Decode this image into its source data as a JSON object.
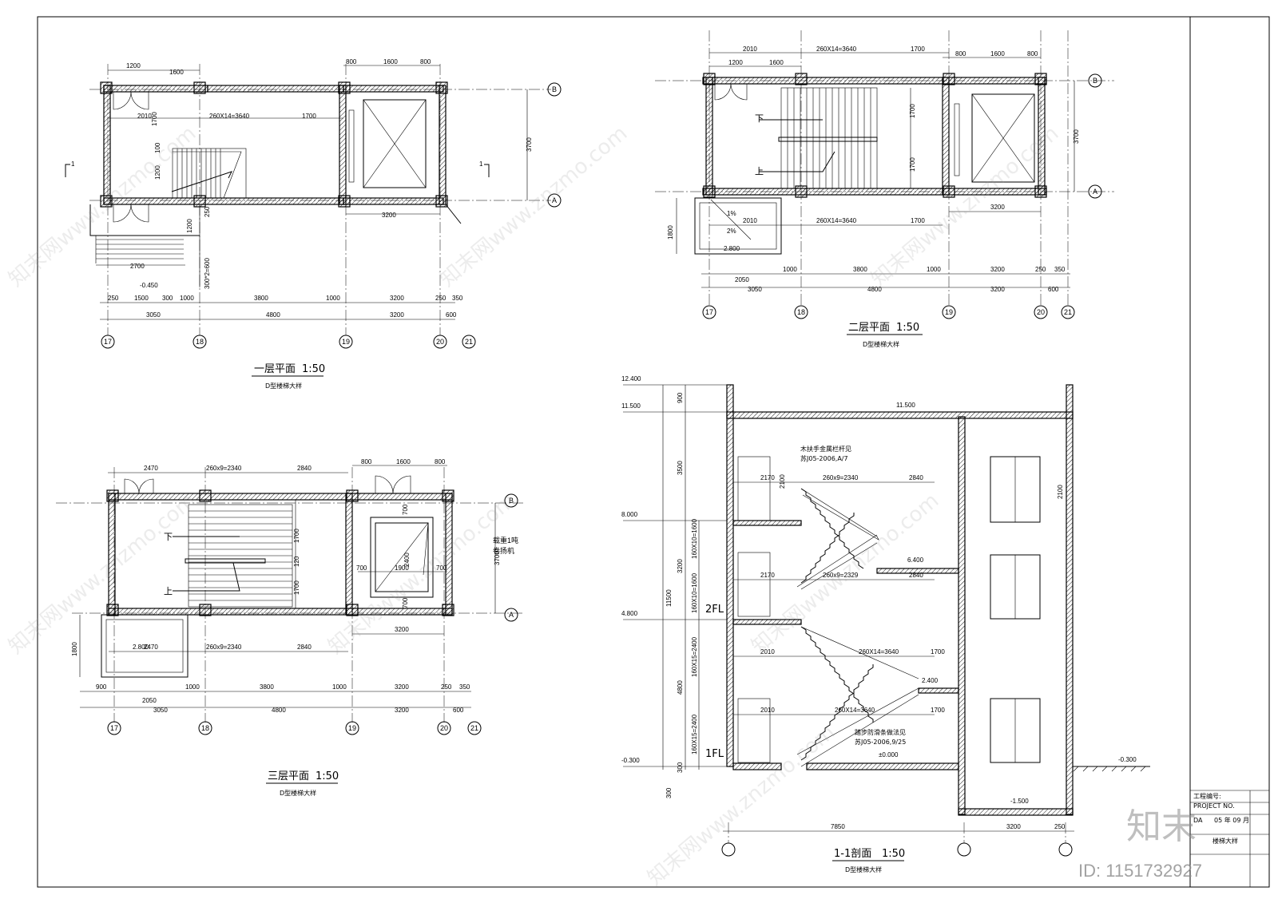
{
  "sheet": {
    "titles": {
      "plan1": "一层平面",
      "plan2": "二层平面",
      "plan3": "三层平面",
      "section": "1-1剖面",
      "scale": "1:50",
      "subtitle": "D型楼梯大样"
    },
    "axes": {
      "columns": [
        "17",
        "18",
        "19",
        "20",
        "21"
      ],
      "rows": [
        "A",
        "B"
      ]
    },
    "plan1_dims": {
      "top1": [
        "1200",
        "1600"
      ],
      "top_elev": [
        "800",
        "1600",
        "800"
      ],
      "stair": [
        "2010",
        "260X14=3640",
        "1700"
      ],
      "depth": "3700",
      "bottom1": [
        "250",
        "1500",
        "300",
        "1000",
        "3800",
        "1000",
        "3200",
        "250",
        "350"
      ],
      "bottom2": [
        "3050",
        "4800",
        "3200",
        "600"
      ],
      "mid": "3200",
      "steps": "2700",
      "elev": "-0.450",
      "misc": [
        "1700",
        "100",
        "1200",
        "250",
        "1200",
        "300*2=600"
      ],
      "section_mark": "1"
    },
    "plan2_dims": {
      "top": [
        "2010",
        "260X14=3640",
        "1700",
        "800",
        "1600",
        "800",
        "1200",
        "1600"
      ],
      "up": "上",
      "down": "下",
      "right_v": [
        "1700",
        "1700",
        "3700"
      ],
      "canopy": [
        "1%",
        "2%",
        "2.800",
        "1800"
      ],
      "stair_b": [
        "2010",
        "260X14=3640",
        "1700"
      ],
      "mid": "3200",
      "row1": [
        "1000",
        "3800",
        "1000",
        "3200",
        "250",
        "350"
      ],
      "row2": [
        "2050"
      ],
      "row3": [
        "3050",
        "4800",
        "3200",
        "600"
      ]
    },
    "plan3_dims": {
      "top": [
        "2470",
        "260x9=2340",
        "2840",
        "800",
        "1600",
        "800"
      ],
      "up": "上",
      "down": "下",
      "v": [
        "700",
        "1700",
        "120",
        "1700",
        "700",
        "3700",
        "2400"
      ],
      "lift_h": [
        "700",
        "1900",
        "700"
      ],
      "hoist": [
        "载重1吨",
        "卷扬机"
      ],
      "below": [
        "2.800",
        "2470",
        "260x9=2340",
        "2840",
        "1800",
        "3200"
      ],
      "row1": [
        "900",
        "1000",
        "3800",
        "1000",
        "3200",
        "250",
        "350"
      ],
      "row2": [
        "2050"
      ],
      "row3": [
        "3050",
        "4800",
        "3200",
        "600"
      ]
    },
    "section_dims": {
      "levels": [
        "12.400",
        "11.500",
        "8.000",
        "4.800",
        "-0.300"
      ],
      "left_v": [
        "900",
        "3500",
        "3200",
        "4800",
        "300",
        "11500",
        "300"
      ],
      "flight_v": [
        "160X10=1600",
        "160X10=1600",
        "160X15=2400",
        "160X15=2400"
      ],
      "floor_marks": [
        "2FL",
        "1FL"
      ],
      "roof_label": "11.500",
      "notes": [
        "木扶手金属栏杆见",
        "苏J05-2006,A/7",
        "踏步防滑条做法见",
        "苏J05-2006,9/25"
      ],
      "runs": [
        "2170",
        "260x9=2340",
        "2840",
        "2170",
        "260x9=2329",
        "2840",
        "2010",
        "260X14=3640",
        "1700",
        "2010",
        "260X14=3640",
        "1700"
      ],
      "landings": [
        "6.400",
        "2.400",
        "±0.000",
        "-1.500",
        "-0.300"
      ],
      "heights": [
        "2100"
      ],
      "bottom": [
        "7850",
        "3200",
        "250"
      ]
    },
    "titleblock": {
      "lines": [
        "工程编号:",
        "PROJECT NO.",
        "DA",
        "05 年 09 月",
        "楼梯大样"
      ]
    },
    "watermark": {
      "text": "知末网www.znzmo.com",
      "brand": "知末",
      "id": "ID: 1151732927"
    }
  }
}
